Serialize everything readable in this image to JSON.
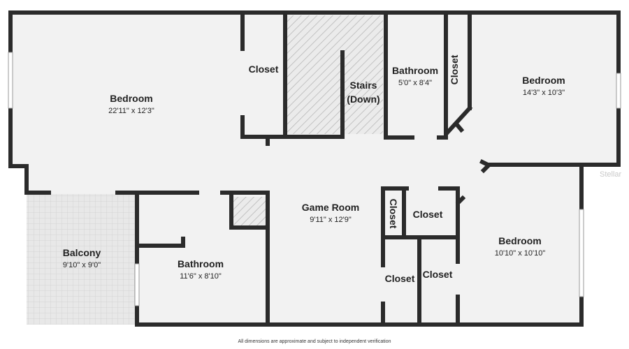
{
  "rooms": {
    "bedroom1": {
      "name": "Bedroom",
      "dims": "22'11\" x 12'3\""
    },
    "closet1": {
      "name": "Closet"
    },
    "stairs": {
      "line1": "Stairs",
      "line2": "(Down)"
    },
    "bathroom1": {
      "name": "Bathroom",
      "dims": "5'0\" x 8'4\""
    },
    "closet2": {
      "name": "Closet"
    },
    "bedroom2": {
      "name": "Bedroom",
      "dims": "14'3\" x 10'3\""
    },
    "gameroom": {
      "name": "Game Room",
      "dims": "9'11\" x 12'9\""
    },
    "closet3": {
      "name": "Closet"
    },
    "closet4": {
      "name": "Closet"
    },
    "bedroom3": {
      "name": "Bedroom",
      "dims": "10'10\" x 10'10\""
    },
    "balcony": {
      "name": "Balcony",
      "dims": "9'10\" x 9'0\""
    },
    "bathroom2": {
      "name": "Bathroom",
      "dims": "11'6\" x 8'10\""
    },
    "closet5": {
      "name": "Closet"
    },
    "closet6": {
      "name": "Closet"
    }
  },
  "footer": "All dimensions are approximate and subject to independent verification",
  "brand": "Stellar",
  "colors": {
    "wall": "#2b2b2b",
    "floor": "#f2f2f2",
    "balcony": "#e6e6e6",
    "hatch": "#bdbdbd"
  }
}
